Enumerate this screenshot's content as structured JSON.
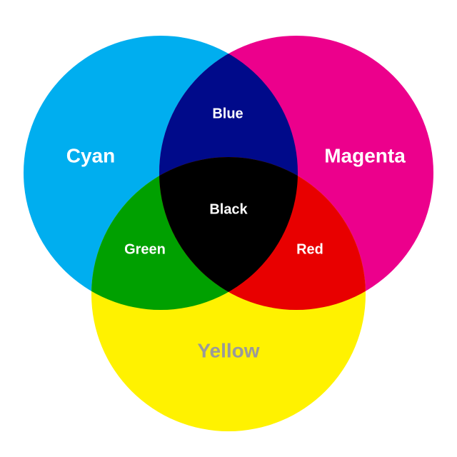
{
  "diagram": {
    "sets": [
      {
        "id": "cyan",
        "label": "Cyan",
        "color": "#00aeef",
        "label_color": "#ffffff"
      },
      {
        "id": "magenta",
        "label": "Magenta",
        "color": "#ec008c",
        "label_color": "#ffffff"
      },
      {
        "id": "yellow",
        "label": "Yellow",
        "color": "#fff200",
        "label_color": "#9a9a9a"
      }
    ],
    "intersections": {
      "cyan_magenta": {
        "label": "Blue",
        "color": "#000a8a"
      },
      "cyan_yellow": {
        "label": "Green",
        "color": "#00a000"
      },
      "magenta_yellow": {
        "label": "Red",
        "color": "#e80000"
      },
      "all": {
        "label": "Black",
        "color": "#000000"
      }
    }
  }
}
